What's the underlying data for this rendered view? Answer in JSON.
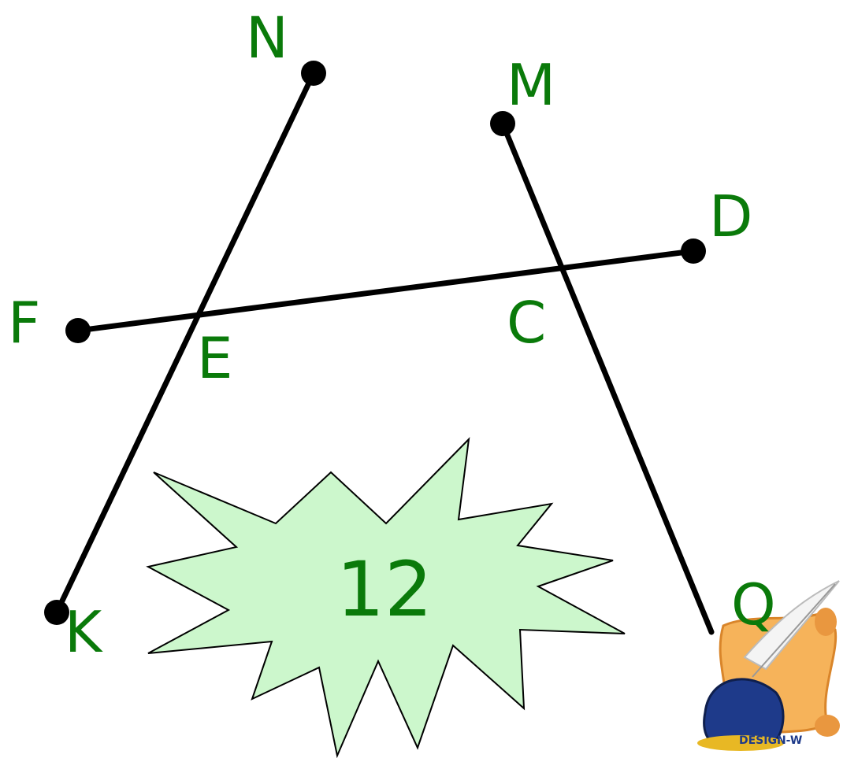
{
  "points": {
    "N": "N",
    "M": "M",
    "D": "D",
    "F": "F",
    "E": "E",
    "C": "C",
    "K": "K",
    "Q": "Q"
  },
  "burst": {
    "text": "12"
  },
  "logo": {
    "text": "DESIGN-W"
  },
  "colors": {
    "label": "#0a7a0a",
    "line": "#000000",
    "burst_fill": "#ccf7cc",
    "burst_stroke": "#000000"
  }
}
